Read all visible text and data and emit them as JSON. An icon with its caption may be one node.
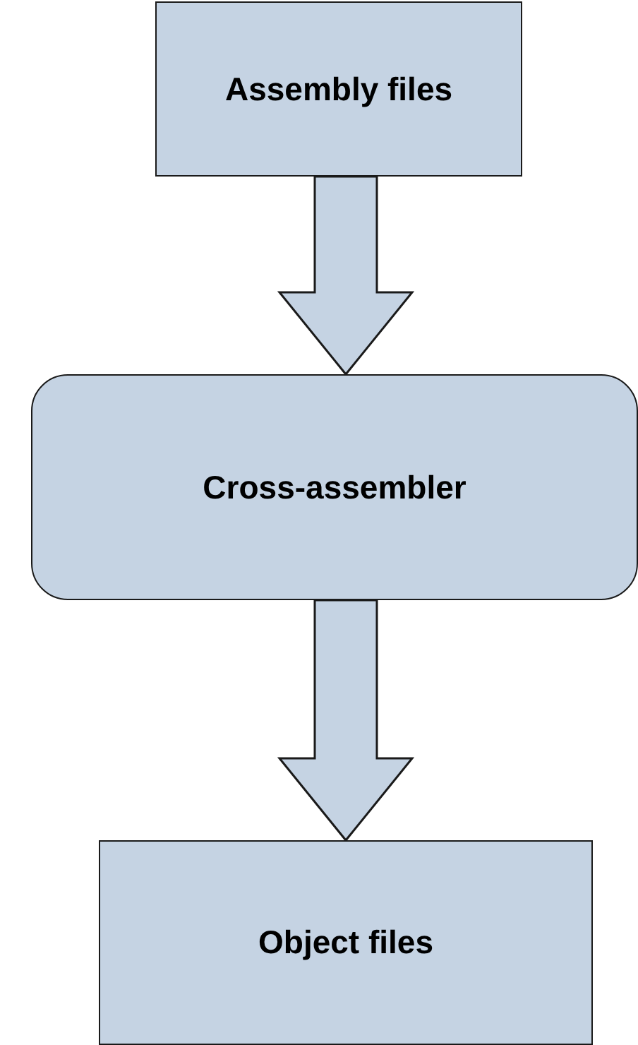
{
  "diagram": {
    "nodes": [
      {
        "text": [
          "Assembly files"
        ]
      },
      {
        "text": [
          "Cross-assembler"
        ]
      },
      {
        "text": [
          "Object files"
        ]
      }
    ],
    "edges": [
      {
        "from": 0,
        "to": 1,
        "arrow": "to"
      },
      {
        "from": 1,
        "to": 2,
        "arrow": "to"
      }
    ]
  }
}
